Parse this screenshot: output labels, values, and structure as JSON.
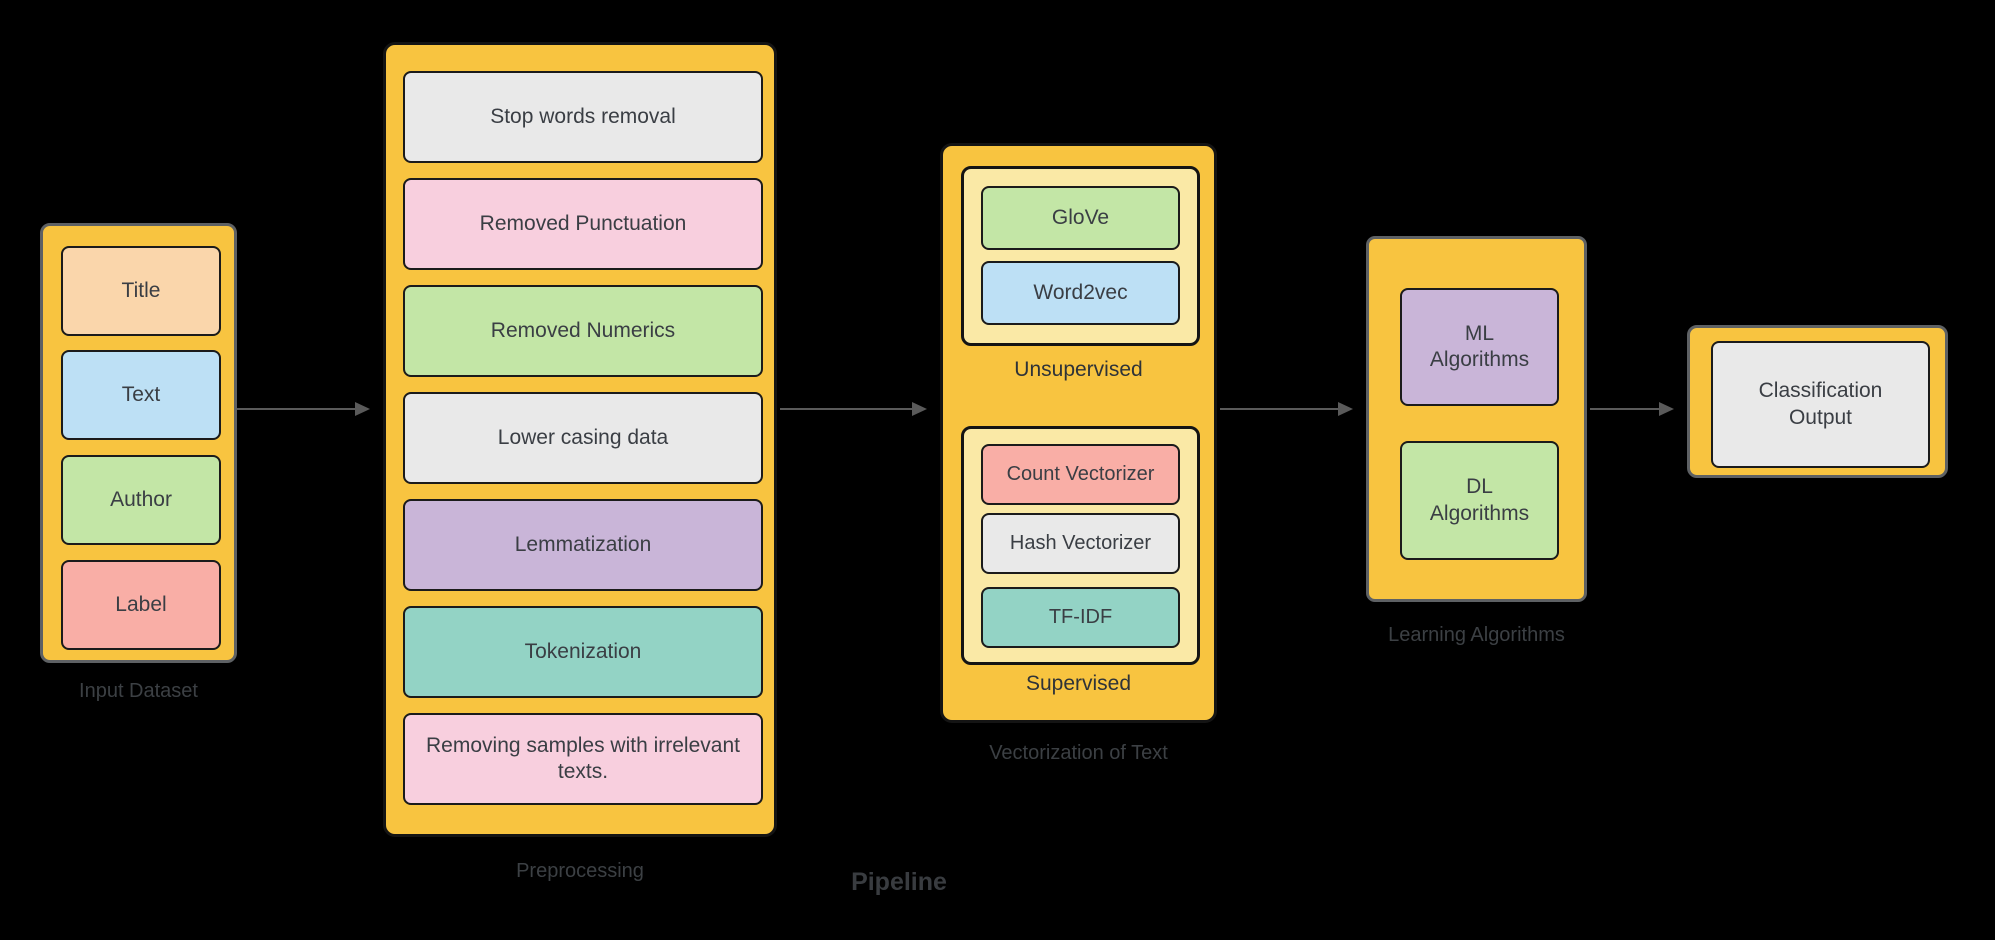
{
  "title": "Pipeline",
  "colors": {
    "background": "#000000",
    "container_yellow": "#F8C440",
    "subgroup_cream": "#FAE9A6",
    "peach": "#FAD6AB",
    "blue": "#BDE0F5",
    "green": "#C3E6A6",
    "salmon": "#F9AEA6",
    "pink": "#F8CFDE",
    "purple": "#C9B5D8",
    "teal": "#93D3C5",
    "gray": "#E9E9E9",
    "arrow": "#5A5A5A",
    "outer_label_text": "#3C4044",
    "sub_label_text": "#2F3338",
    "shape_text": "#3A3E44"
  },
  "input_dataset": {
    "label": "Input Dataset",
    "items": [
      {
        "text": "Title"
      },
      {
        "text": "Text"
      },
      {
        "text": "Author"
      },
      {
        "text": "Label"
      }
    ]
  },
  "preprocessing": {
    "label": "Preprocessing",
    "items": [
      {
        "text": "Stop words removal"
      },
      {
        "text": "Removed Punctuation"
      },
      {
        "text": "Removed Numerics"
      },
      {
        "text": "Lower casing data"
      },
      {
        "text": "Lemmatization"
      },
      {
        "text": "Tokenization"
      },
      {
        "text": "Removing samples with irrelevant texts."
      }
    ]
  },
  "vectorization": {
    "label": "Vectorization of Text",
    "unsupervised": {
      "label": "Unsupervised",
      "items": [
        {
          "text": "GloVe"
        },
        {
          "text": "Word2vec"
        }
      ]
    },
    "supervised": {
      "label": "Supervised",
      "items": [
        {
          "text": "Count Vectorizer"
        },
        {
          "text": "Hash Vectorizer"
        },
        {
          "text": "TF-IDF"
        }
      ]
    }
  },
  "learning": {
    "label": "Learning Algorithms",
    "items": [
      {
        "text": "ML\nAlgorithms"
      },
      {
        "text": "DL\nAlgorithms"
      }
    ]
  },
  "output": {
    "items": [
      {
        "text": "Classification\nOutput"
      }
    ]
  }
}
